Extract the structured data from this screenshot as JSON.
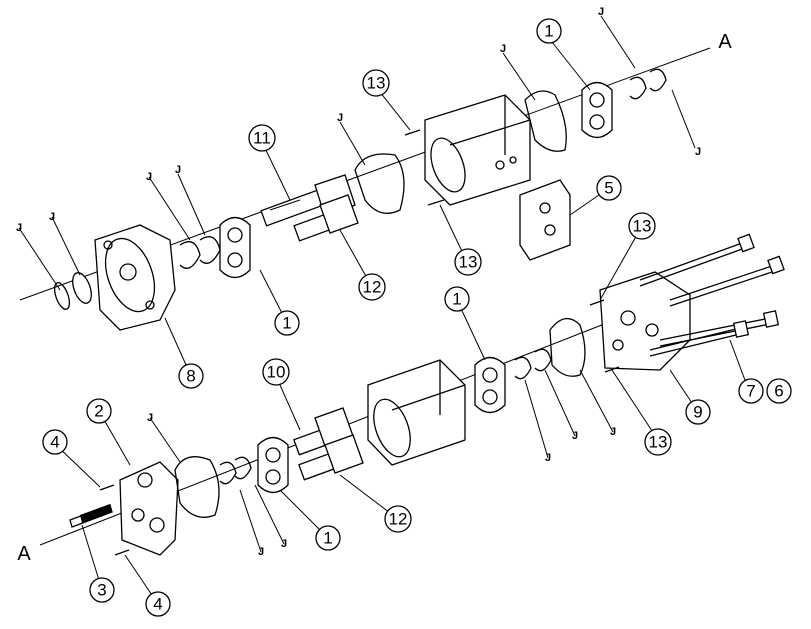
{
  "labels": {
    "axis_top": "A",
    "axis_bottom": "A",
    "j": "J"
  },
  "callouts": [
    "1",
    "2",
    "3",
    "4",
    "5",
    "6",
    "7",
    "8",
    "9",
    "10",
    "11",
    "12",
    "13"
  ]
}
